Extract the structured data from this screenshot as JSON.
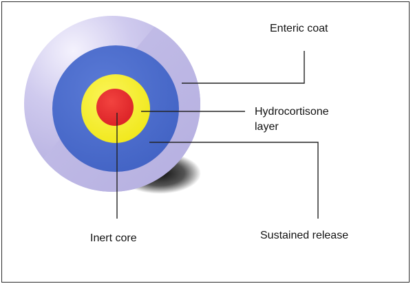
{
  "labels": {
    "enteric_coat": "Enteric coat",
    "hydrocortisone_line1": "Hydrocortisone",
    "hydrocortisone_line2": "layer",
    "inert_core": "Inert core",
    "sustained_release": "Sustained release"
  },
  "colors": {
    "enteric_coat": "#b9b4e0",
    "sustained_release": "#4a6ccc",
    "hydrocortisone_layer": "#f2ec1a",
    "inert_core": "#e8262a",
    "shadow": "#1a1a1a",
    "leader_lines": "#222222"
  }
}
